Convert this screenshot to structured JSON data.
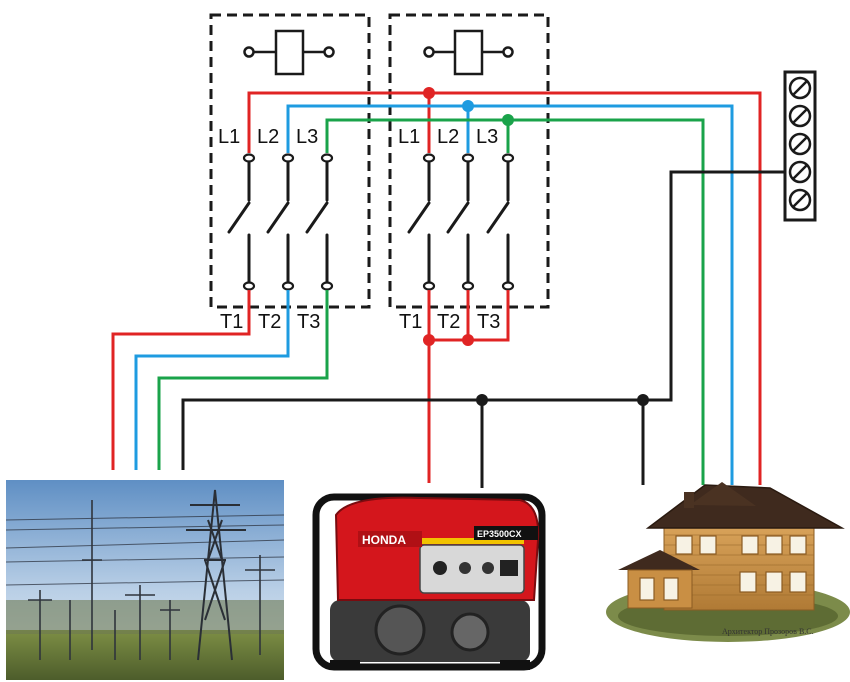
{
  "colors": {
    "phase_l1": "#e02424",
    "phase_l2": "#1e9be0",
    "phase_l3": "#1aa34a",
    "neutral": "#1a1a1a",
    "housing": "#1a1a1a",
    "generator_red": "#d4161c"
  },
  "contactor_left": {
    "input_labels": [
      "L1",
      "L2",
      "L3"
    ],
    "output_labels": [
      "T1",
      "T2",
      "T3"
    ]
  },
  "contactor_right": {
    "input_labels": [
      "L1",
      "L2",
      "L3"
    ],
    "output_labels": [
      "T1",
      "T2",
      "T3"
    ]
  },
  "generator": {
    "brand": "HONDA",
    "model": "EP3500CX"
  },
  "house": {
    "credit": "Архитектор Прозоров В.С."
  }
}
